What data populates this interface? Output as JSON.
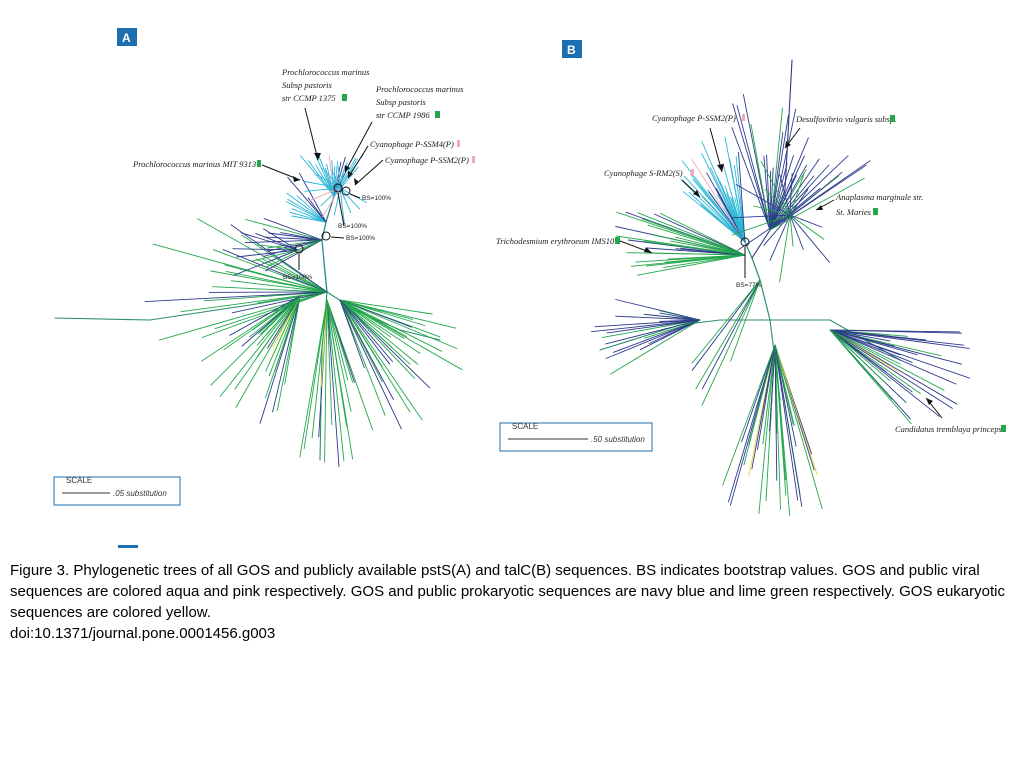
{
  "colors": {
    "gos_viral": "#2bb6d6",
    "public_viral": "#f2a8b8",
    "gos_prokaryotic": "#2d3a8c",
    "public_prokaryotic": "#22a84a",
    "gos_eukaryotic": "#e6d830",
    "panel_badge": "#1e6fb0"
  },
  "panel_a": {
    "letter": "A",
    "labels": {
      "pro1375": [
        "Prochlorococcus marinus",
        "Subsp pastoris",
        "str CCMP 1375"
      ],
      "pro1986": [
        "Prochlorococcus marinus",
        "Subsp pastoris",
        "str CCMP 1986"
      ],
      "ssm4": "Cyanophage P-SSM4(P)",
      "ssm2": "Cyanophage P-SSM2(P)",
      "mit9313": "Prochlorococcus marinus MIT 9313"
    },
    "bootstrap": [
      "BS=100%",
      "BS=100%",
      "BS=100%",
      "BS=100%"
    ],
    "scale": {
      "title": "SCALE",
      "label": ".05 substitution"
    }
  },
  "panel_b": {
    "letter": "B",
    "labels": {
      "ssm2": "Cyanophage P-SSM2(P)",
      "srm2": "Cyanophage S-RM2(S)",
      "desulfo": "Desulfovibrio vulgaris subsp.",
      "anaplasma": [
        "Anaplasma marginale str.",
        "St. Maries"
      ],
      "tricho": "Trichodesmium erythroeum IMS101",
      "candidatus": "Candidatus tremblaya princeps"
    },
    "bootstrap": [
      "BS=77%"
    ],
    "scale": {
      "title": "SCALE",
      "label": ".50 substitution"
    }
  },
  "caption": {
    "line1": "Figure 3. Phylogenetic trees of all GOS and publicly available pstS(A) and talC(B) sequences. BS indicates bootstrap values. GOS and public viral",
    "line2": "sequences are colored aqua and pink respectively. GOS and public prokaryotic sequences are navy blue and lime green respectively. GOS eukaryotic",
    "line3": "sequences are colored yellow.",
    "line4": "doi:10.1371/journal.pone.0001456.g003"
  }
}
